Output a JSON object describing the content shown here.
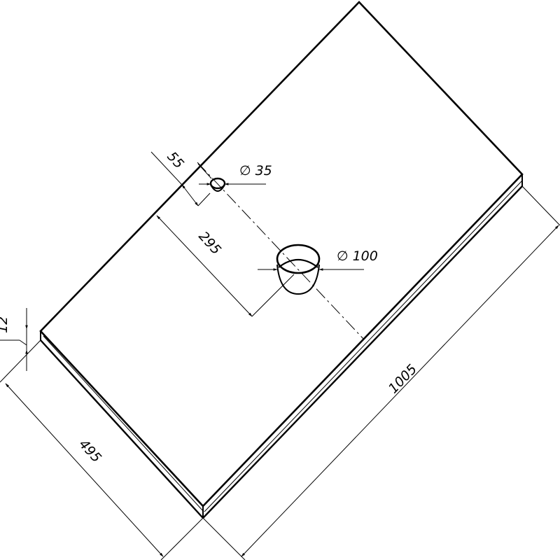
{
  "drawing": {
    "stroke_color": "#000000",
    "background_color": "#ffffff"
  },
  "dimensions": {
    "thickness": "12",
    "width": "495",
    "length": "1005",
    "hole_offset": "55",
    "hole_spacing": "295",
    "small_hole_diameter": "∅ 35",
    "large_hole_diameter": "∅ 100"
  }
}
